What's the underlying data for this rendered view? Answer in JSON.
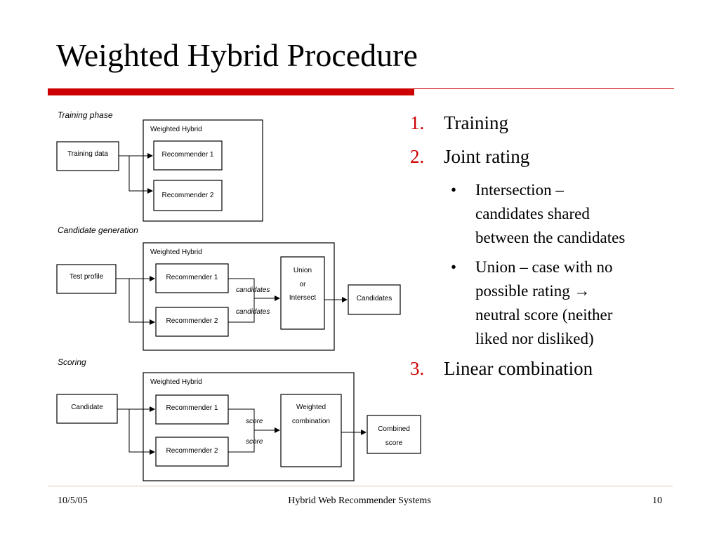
{
  "slide": {
    "title": "Weighted Hybrid Procedure"
  },
  "diagram": {
    "phases": [
      {
        "label": "Training phase",
        "container_label": "Weighted Hybrid",
        "input": "Training data",
        "recommenders": [
          "Recommender 1",
          "Recommender 2"
        ]
      },
      {
        "label": "Candidate generation",
        "container_label": "Weighted Hybrid",
        "input": "Test profile",
        "recommenders": [
          "Recommender 1",
          "Recommender 2"
        ],
        "edge_labels": [
          "candidates",
          "candidates"
        ],
        "combiner": [
          "Union",
          "or",
          "Intersect"
        ],
        "output": "Candidates"
      },
      {
        "label": "Scoring",
        "container_label": "Weighted Hybrid",
        "input": "Candidate",
        "recommenders": [
          "Recommender 1",
          "Recommender 2"
        ],
        "edge_labels": [
          "score",
          "score"
        ],
        "combiner": [
          "Weighted",
          "combination"
        ],
        "output": [
          "Combined",
          "score"
        ]
      }
    ]
  },
  "list": {
    "items": [
      {
        "number": "1.",
        "text": "Training"
      },
      {
        "number": "2.",
        "text": "Joint rating",
        "subitems": [
          {
            "bullet": "•",
            "lines": [
              "Intersection –",
              "candidates shared",
              "between the candidates"
            ]
          },
          {
            "bullet": "•",
            "lines": [
              "Union – case with no",
              "possible rating →",
              "neutral score (neither",
              "liked nor disliked)"
            ]
          }
        ]
      },
      {
        "number": "3.",
        "text": "Linear combination"
      }
    ]
  },
  "footer": {
    "date": "10/5/05",
    "center": "Hybrid Web Recommender Systems",
    "page": "10"
  },
  "colors": {
    "accent": "#cc0000",
    "footer_rule": "#e6c3a8"
  }
}
